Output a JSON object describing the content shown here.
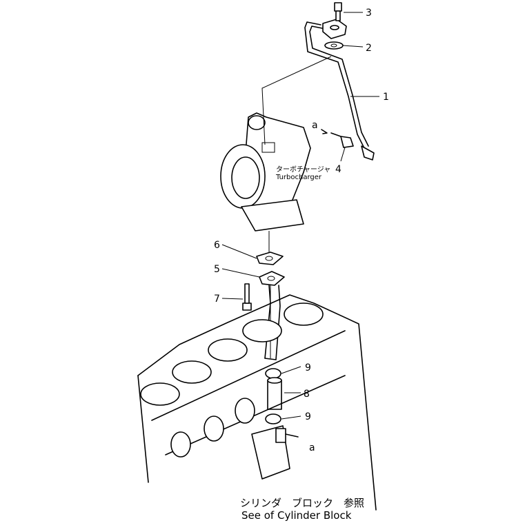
{
  "callouts": {
    "c1": "1",
    "c2": "2",
    "c3": "3",
    "c4": "4",
    "c5": "5",
    "c6": "6",
    "c7": "7",
    "c8": "8",
    "c9a": "9",
    "c9b": "9",
    "a_top": "a",
    "a_bottom": "a"
  },
  "turbo_label": {
    "jp": "ターボチャージャ",
    "en": "Turbocharger"
  },
  "caption": {
    "jp": "シリンダ　ブロック　参照",
    "en": "See of Cylinder Block"
  }
}
